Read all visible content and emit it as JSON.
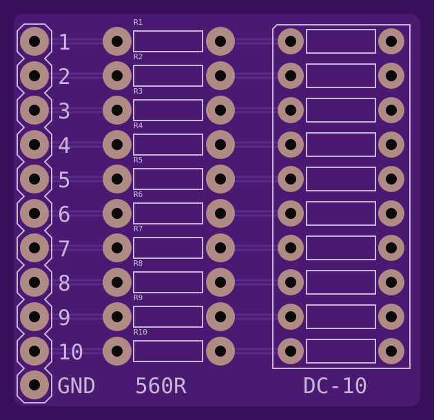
{
  "board": {
    "pins": [
      "1",
      "2",
      "3",
      "4",
      "5",
      "6",
      "7",
      "8",
      "9",
      "10"
    ],
    "gnd_label": "GND",
    "resistor_value": "560R",
    "switch_label": "DC-10",
    "resistor_refs": [
      "R1",
      "R2",
      "R3",
      "R4",
      "R5",
      "R6",
      "R7",
      "R8",
      "R9",
      "R10"
    ]
  },
  "colors": {
    "background": "#3a0f5a",
    "board": "#4a1a72",
    "silkscreen": "#c8b6d6",
    "pad": "#b08b86",
    "drill": "#0a0a0a",
    "trace": "#5a2a86"
  }
}
